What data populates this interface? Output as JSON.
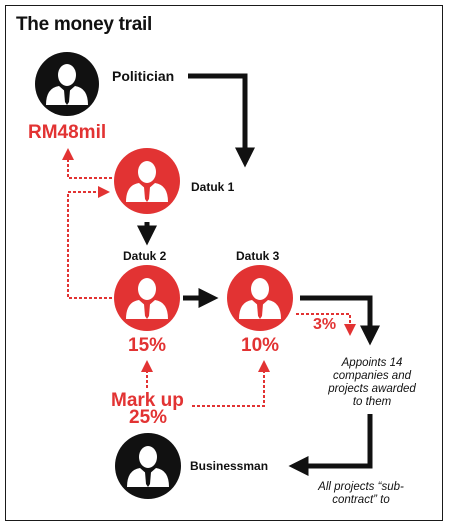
{
  "title": "The money trail",
  "nodes": {
    "politician": "Politician",
    "datuk1": "Datuk 1",
    "datuk2": "Datuk 2",
    "datuk3": "Datuk 3",
    "businessman": "Businessman"
  },
  "amounts": {
    "rm48mil": "RM48mil",
    "datuk2_pct": "15%",
    "datuk3_pct": "10%",
    "cut_pct": "3%",
    "markup_label": "Mark up",
    "markup_pct": "25%"
  },
  "notes": {
    "appoints": "Appoints 14 companies and projects awarded to them",
    "subcontract": "All projects “sub-contract” to"
  },
  "colors": {
    "red": "#e23333",
    "black": "#111111",
    "white": "#ffffff"
  },
  "icons": {
    "person": "person-silhouette-icon"
  }
}
